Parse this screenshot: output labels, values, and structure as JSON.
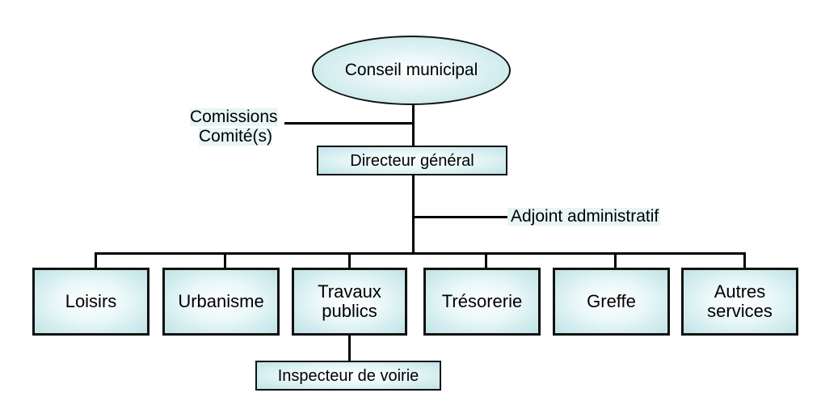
{
  "root": {
    "label": "Conseil municipal"
  },
  "side_label": {
    "line1": "Comissions",
    "line2": "Comité(s)"
  },
  "director": {
    "label": "Directeur général"
  },
  "assistant": {
    "label": "Adjoint administratif"
  },
  "departments": [
    {
      "label": "Loisirs"
    },
    {
      "label": "Urbanisme"
    },
    {
      "label": "Travaux\npublics"
    },
    {
      "label": "Trésorerie"
    },
    {
      "label": "Greffe"
    },
    {
      "label": "Autres\nservices"
    }
  ],
  "sub_unit": {
    "label": "Inspecteur de voirie"
  },
  "colors": {
    "node_fill": "#bfe3e6",
    "label_bg": "#e8f5f5",
    "stroke": "#111111"
  }
}
